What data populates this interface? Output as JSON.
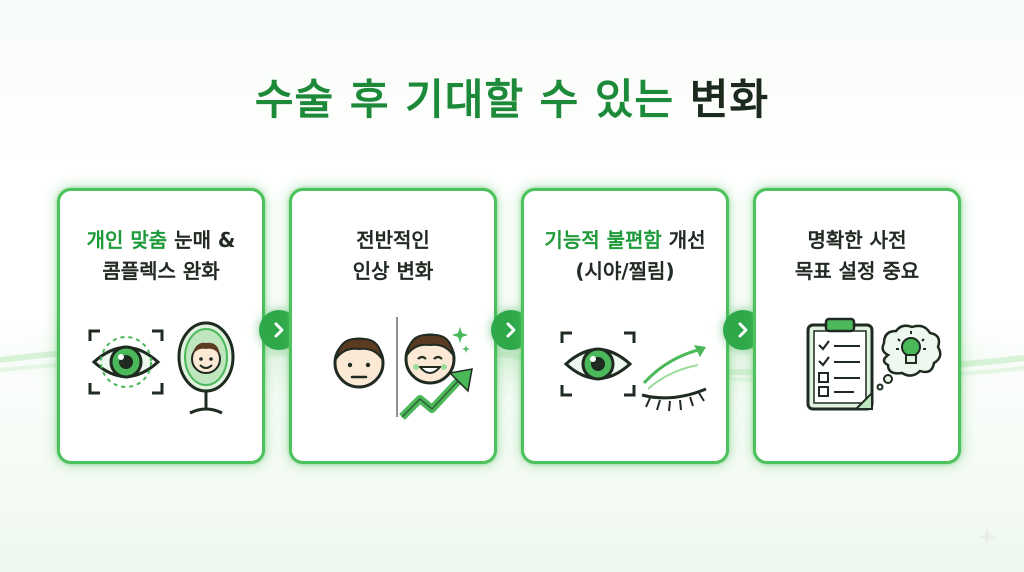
{
  "title": {
    "green_part": "수술 후 기대할 수 있는",
    "dark_part": " 변화"
  },
  "cards": [
    {
      "line1_green": "개인 맞춤",
      "line1_rest": " 눈매 &",
      "line2": "콤플렉스 완화",
      "icons": [
        "eye-focus-icon",
        "mirror-face-icon"
      ]
    },
    {
      "line1": "전반적인",
      "line2": "인상 변화",
      "icons": [
        "neutral-face-icon",
        "smiling-face-icon",
        "upward-trend-arrow-icon"
      ]
    },
    {
      "line1_green": "기능적 불편함",
      "line1_rest": " 개선",
      "line2": "(시야/찔림)",
      "icons": [
        "eye-focus-icon",
        "eyelash-lift-icon"
      ]
    },
    {
      "line1": "명확한 사전",
      "line2": "목표 설정 중요",
      "icons": [
        "checklist-clipboard-icon",
        "lightbulb-thought-icon"
      ]
    }
  ],
  "arrow_icon": "chevron-right-icon",
  "colors": {
    "accent": "#2fa84a",
    "title_green": "#1d8a3a",
    "border": "#4cc25c",
    "text_dark": "#222a23"
  }
}
